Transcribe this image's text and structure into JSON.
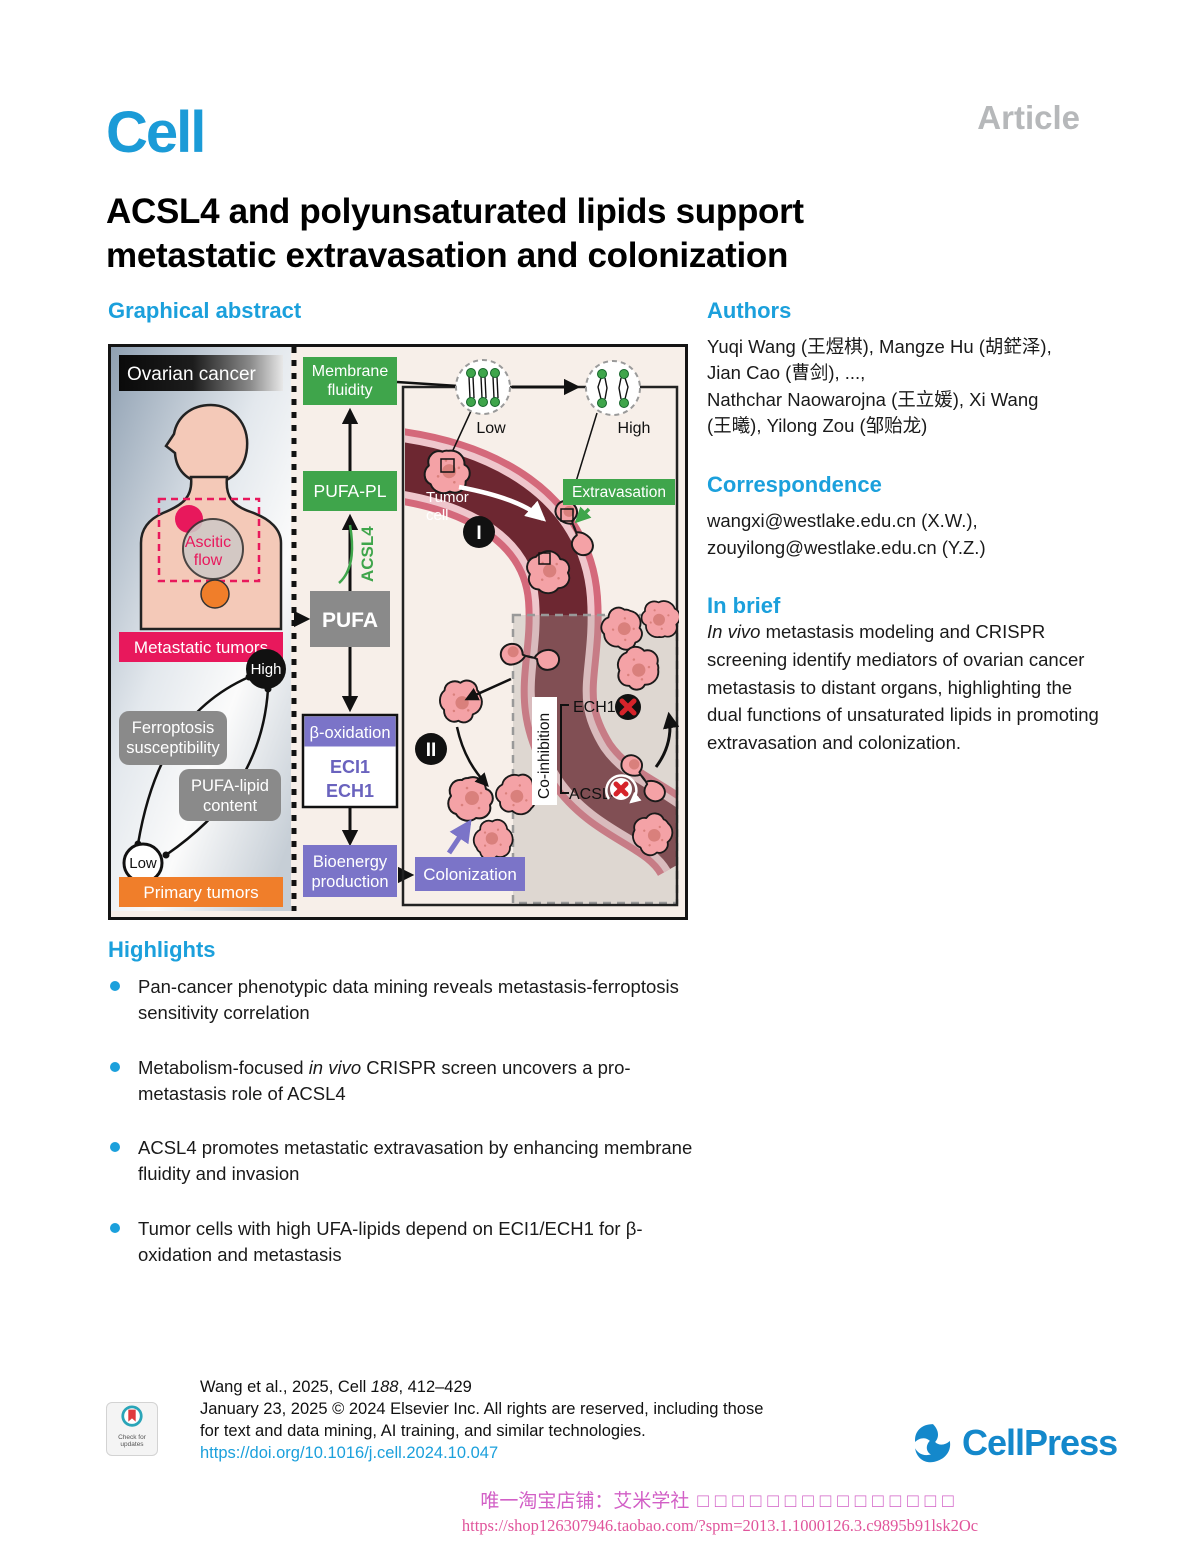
{
  "page": {
    "journal": "Cell",
    "article_label": "Article",
    "title_line1": "ACSL4 and polyunsaturated lipids support",
    "title_line2": "metastatic extravasation and colonization"
  },
  "colors": {
    "brand_blue": "#1B9BD7",
    "heading_blue": "#1BA0DC",
    "green": "#3FA54B",
    "purple": "#7B74C8",
    "magenta": "#E8185C",
    "orange": "#F07E2A",
    "gray_box": "#8A8A8A",
    "vessel_dark": "#6D2731",
    "vessel_pink": "#D4697B",
    "watermark_pink": "#D25FC6"
  },
  "abstract": {
    "heading": "Graphical abstract",
    "ovarian_cancer": "Ovarian cancer",
    "ascitic_1": "Ascitic",
    "ascitic_2": "flow",
    "metastatic_tumors": "Metastatic tumors",
    "high_node": "High",
    "ferroptosis_1": "Ferroptosis",
    "ferroptosis_2": "susceptibility",
    "pufa_lipid_1": "PUFA-lipid",
    "pufa_lipid_2": "content",
    "low_node": "Low",
    "primary_tumors": "Primary tumors",
    "membrane_1": "Membrane",
    "membrane_2": "fluidity",
    "pufa_pl": "PUFA-PL",
    "acsl4_enzyme": "ACSL4",
    "pufa": "PUFA",
    "beta_oxidation": "β-oxidation",
    "eci1": "ECI1",
    "ech1": "ECH1",
    "bioenergy_1": "Bioenergy",
    "bioenergy_2": "production",
    "colonization": "Colonization",
    "fluidity_low": "Low",
    "fluidity_high": "High",
    "tumor_1": "Tumor",
    "tumor_2": "cell",
    "step_1": "I",
    "step_2": "II",
    "extravasation": "Extravasation",
    "co_inhibition": "Co-inhibition",
    "co_ech1": "ECH1",
    "co_acsl4": "ACSL4"
  },
  "authors": {
    "heading": "Authors",
    "line1": "Yuqi Wang (王煜棋), Mangze Hu (胡鋩泽),",
    "line2": "Jian Cao (曹剑), ...,",
    "line3": "Nathchar Naowarojna (王立媛), Xi Wang",
    "line4": "(王曦), Yilong Zou (邹贻龙)"
  },
  "correspondence": {
    "heading": "Correspondence",
    "line1": "wangxi@westlake.edu.cn (X.W.),",
    "line2": "zouyilong@westlake.edu.cn (Y.Z.)"
  },
  "in_brief": {
    "heading": "In brief",
    "lead_italic": "In vivo",
    "text": " metastasis modeling and CRISPR screening identify mediators of ovarian cancer metastasis to distant organs, highlighting the dual functions of unsaturated lipids in promoting extravasation and colonization."
  },
  "highlights": {
    "heading": "Highlights",
    "item1": {
      "a": "Pan-cancer phenotypic data mining reveals metastasis-ferroptosis sensitivity correlation"
    },
    "item2": {
      "a": "Metabolism-focused ",
      "b": "in vivo",
      "c": " CRISPR screen uncovers a pro-metastasis role of ACSL4"
    },
    "item3": {
      "a": "ACSL4 promotes metastatic extravasation by enhancing membrane fluidity and invasion"
    },
    "item4": {
      "a": "Tumor cells with high UFA-lipids depend on ECI1/ECH1 for β-oxidation and metastasis"
    }
  },
  "footer": {
    "citation_pre": "Wang et al., 2025, Cell ",
    "citation_volume": "188",
    "citation_post": ", 412–429",
    "rights_line1": "January 23, 2025 © 2024 Elsevier Inc. All rights are reserved, including those",
    "rights_line2": "for text and data mining, AI training, and similar technologies.",
    "doi": "https://doi.org/10.1016/j.cell.2024.10.047",
    "badge_line1": "Check for",
    "badge_line2": "updates",
    "publisher": "CellPress"
  },
  "watermark": {
    "line1_text": "唯一淘宝店铺：艾米学社",
    "line1_boxes": "□□□□□□□□□□□□□□□",
    "line2": "https://shop126307946.taobao.com/?spm=2013.1.1000126.3.c9895b91lsk2Oc"
  }
}
